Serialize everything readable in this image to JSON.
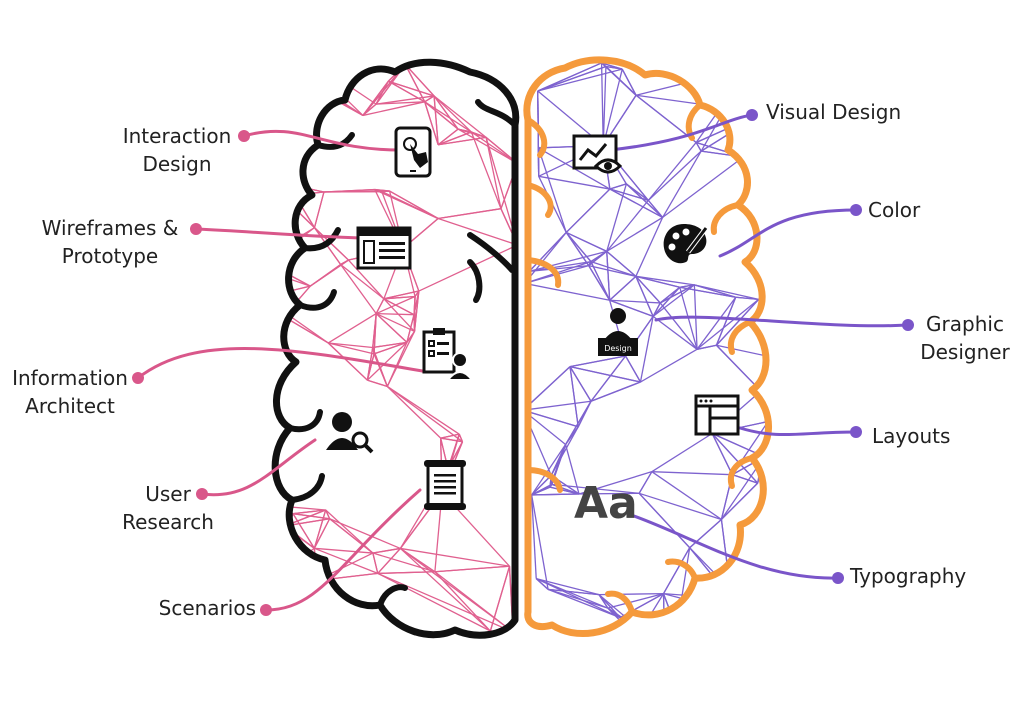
{
  "colors": {
    "left_accent": "#d9578a",
    "left_mesh": "#e0608f",
    "left_outline": "#111111",
    "right_accent": "#7a55c9",
    "right_mesh": "#7e63cf",
    "right_outline": "#f59a3c"
  },
  "left_hemisphere": {
    "labels": [
      {
        "id": "interaction",
        "lines": [
          "Interaction",
          "Design"
        ],
        "icon": "tablet-touch-icon"
      },
      {
        "id": "wireframes",
        "lines": [
          "Wireframes &",
          "Prototype"
        ],
        "icon": "wireframe-icon"
      },
      {
        "id": "information",
        "lines": [
          "Information",
          "Architect"
        ],
        "icon": "checklist-user-icon"
      },
      {
        "id": "research",
        "lines": [
          "User",
          "Research"
        ],
        "icon": "user-search-icon"
      },
      {
        "id": "scenarios",
        "lines": [
          "Scenarios"
        ],
        "icon": "scroll-icon"
      }
    ]
  },
  "right_hemisphere": {
    "labels": [
      {
        "id": "visual",
        "lines": [
          "Visual Design"
        ],
        "icon": "chart-eye-icon"
      },
      {
        "id": "color",
        "lines": [
          "Color"
        ],
        "icon": "palette-icon"
      },
      {
        "id": "graphic",
        "lines": [
          "Graphic",
          "Designer"
        ],
        "icon": "designer-desk-icon"
      },
      {
        "id": "layouts",
        "lines": [
          "Layouts"
        ],
        "icon": "layout-window-icon"
      },
      {
        "id": "typography",
        "lines": [
          "Typography"
        ],
        "icon": "typography-icon"
      }
    ],
    "designer_desk_text": "Design",
    "typography_glyph": "Aa"
  }
}
